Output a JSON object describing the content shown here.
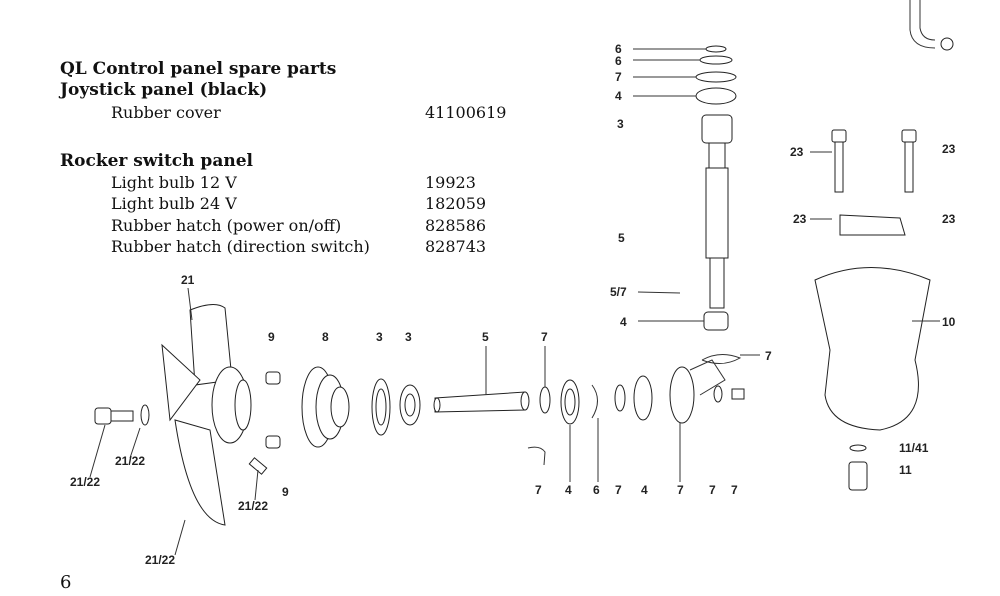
{
  "header": {
    "title": "QL Control panel spare parts",
    "section1": "Joystick  panel (black)"
  },
  "joystick_items": [
    {
      "name": "Rubber cover",
      "code": "41100619"
    }
  ],
  "section2": "Rocker switch panel",
  "rocker_items": [
    {
      "name": "Light bulb 12 V",
      "code": "19923"
    },
    {
      "name": "Light bulb 24 V",
      "code": "182059"
    },
    {
      "name": "Rubber hatch  (power on/off)",
      "code": "828586"
    },
    {
      "name": "Rubber hatch  (direction switch)",
      "code": "828743"
    }
  ],
  "page_number": "6",
  "diagram_labels": {
    "l21": "21",
    "l9a": "9",
    "l8": "8",
    "l3a": "3",
    "l3b": "3",
    "l5b": "5",
    "l7a": "7",
    "l2122a": "21/22",
    "l2122b": "21/22",
    "l2122c": "21/22",
    "l2122d": "21/22",
    "l9b": "9",
    "l7b": "7",
    "l4a": "4",
    "l6": "6",
    "l7c": "7",
    "l4b": "4",
    "l7d": "7",
    "l7e": "7",
    "l7f": "7",
    "l7g": "7",
    "v6a": "6",
    "v6b": "6",
    "v7": "7",
    "v4a": "4",
    "v3": "3",
    "v5": "5",
    "v57": "5/7",
    "v4b": "4",
    "r23a": "23",
    "r23b": "23",
    "r23c": "23",
    "r23d": "23",
    "r10": "10",
    "r1141": "11/41",
    "r11": "11"
  }
}
